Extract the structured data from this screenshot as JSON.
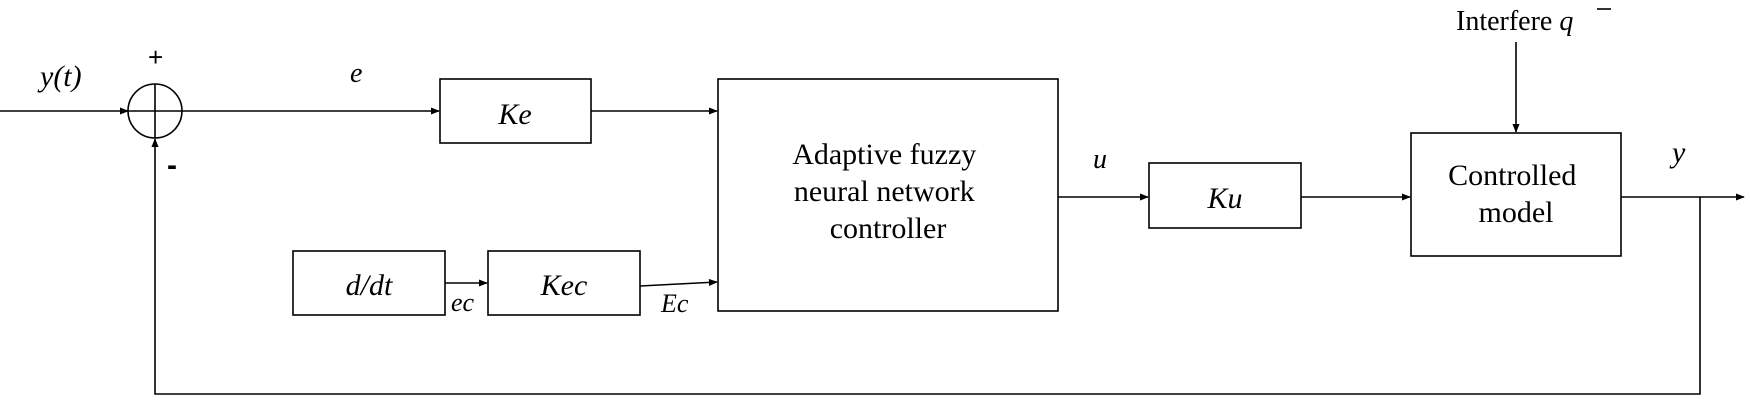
{
  "signals": {
    "input": "y(t)",
    "error": "e",
    "error_change": "ec",
    "scaled_error_change": "Ec",
    "control": "u",
    "output": "y",
    "plus_sign": "+",
    "minus_sign": "-"
  },
  "blocks": {
    "ke": "Ke",
    "derivative": "d/dt",
    "kec": "Kec",
    "controller": [
      "Adaptive fuzzy",
      "neural network",
      "controller"
    ],
    "ku": "Ku",
    "plant": [
      "Controlled",
      "model"
    ]
  },
  "disturbance": {
    "label": "Interfere",
    "symbol": "q"
  }
}
